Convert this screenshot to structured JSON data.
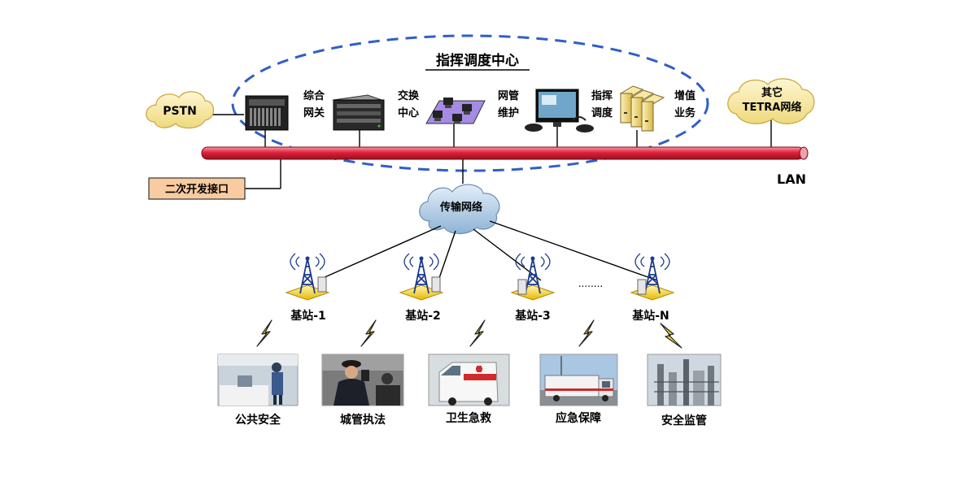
{
  "title": "指挥调度中心",
  "lan_label": "LAN",
  "pstn_label": "PSTN",
  "other_tetra": {
    "line1": "其它",
    "line2": "TETRA网络"
  },
  "secondary_interface": "二次开发接口",
  "transport_network": "传输网络",
  "center_devices": [
    {
      "id": "gateway",
      "line1": "综合",
      "line2": "网关",
      "icon": "gateway-rack-icon"
    },
    {
      "id": "switch",
      "line1": "交换",
      "line2": "中心",
      "icon": "server-icon"
    },
    {
      "id": "nms",
      "line1": "网管",
      "line2": "维护",
      "icon": "network-platform-icon"
    },
    {
      "id": "dispatch",
      "line1": "指挥",
      "line2": "调度",
      "icon": "dispatch-console-icon"
    },
    {
      "id": "vas",
      "line1": "增值",
      "line2": "业务",
      "icon": "server-cluster-icon"
    }
  ],
  "base_stations": [
    "基站-1",
    "基站-2",
    "基站-3",
    "基站-N"
  ],
  "ellipsis": "........",
  "applications": [
    {
      "label": "公共安全",
      "icon": "police-photo"
    },
    {
      "label": "城管执法",
      "icon": "officer-photo"
    },
    {
      "label": "卫生急救",
      "icon": "ambulance-photo"
    },
    {
      "label": "应急保障",
      "icon": "emergency-truck-photo"
    },
    {
      "label": "安全监管",
      "icon": "industrial-plant-photo"
    }
  ],
  "colors": {
    "lan_bus": "#e0203a",
    "ellipse_dash": "#2f5fc8",
    "cloud": "#f7eba2",
    "transport_cloud": "#b8d2e8",
    "interface_box": "#f8cba0",
    "lightning": "#f3d82a"
  }
}
